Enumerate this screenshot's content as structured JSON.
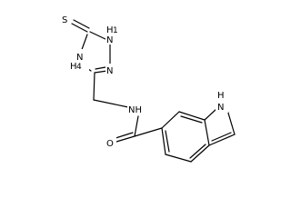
{
  "molecule": {
    "labels": {
      "thione_s": "S",
      "ring_nh_top": "N",
      "ring_nh_top_h": "H",
      "ring_nh_top_sub": "1",
      "ring_nh_left": "N",
      "ring_nh_left_h": "H",
      "ring_nh_left_sub": "4",
      "ring_n": "N",
      "amide_nh": "NH",
      "carbonyl_o": "O",
      "indole_h": "H",
      "indole_n": "N"
    }
  }
}
